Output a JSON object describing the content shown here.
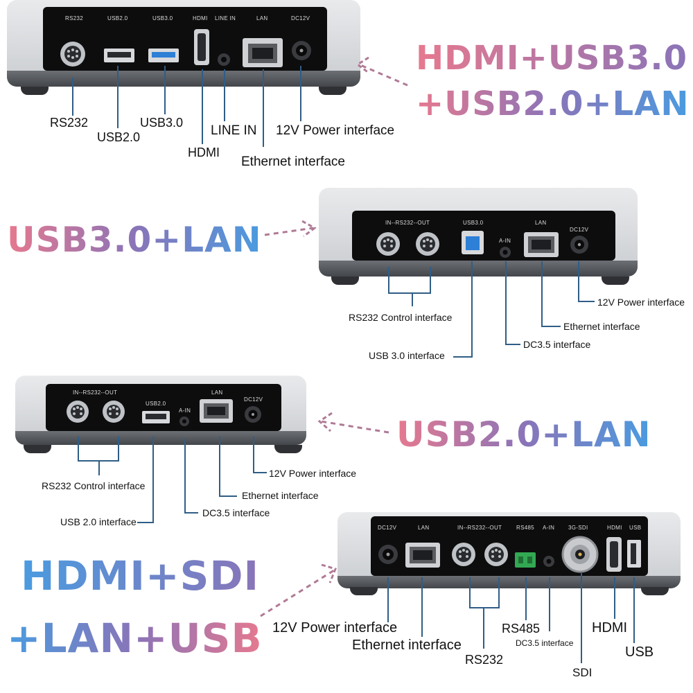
{
  "colors": {
    "title_pink": "#e6798f",
    "title_purple": "#8a74b8",
    "title_blue": "#4a9be0",
    "arrow": "#b07a96",
    "leader": "#2f5d86"
  },
  "panel1": {
    "title_line1": "HDMI+USB3.0",
    "title_line2": "+USB2.0+LAN",
    "port_labels": {
      "rs232": "RS232",
      "usb20": "USB2.0",
      "usb30": "USB3.0",
      "hdmi": "HDMI",
      "linein": "LINE IN",
      "lan": "LAN",
      "dc12v": "DC12V"
    },
    "captions": {
      "rs232": "RS232",
      "usb20": "USB2.0",
      "usb30": "USB3.0",
      "hdmi": "HDMI",
      "linein": "LINE IN",
      "power": "12V Power interface",
      "ethernet": "Ethernet interface"
    }
  },
  "panel2": {
    "title": "USB3.0+LAN",
    "port_labels": {
      "rs232": "IN--RS232--OUT",
      "usb30": "USB3.0",
      "ain": "A-IN",
      "lan": "LAN",
      "dc12v": "DC12V"
    },
    "captions": {
      "rs232": "RS232 Control interface",
      "usb30": "USB 3.0 interface",
      "dc35": "DC3.5 interface",
      "ethernet": "Ethernet interface",
      "power": "12V Power interface"
    }
  },
  "panel3": {
    "title": "USB2.0+LAN",
    "port_labels": {
      "rs232": "IN--RS232--OUT",
      "usb20": "USB2.0",
      "ain": "A-IN",
      "lan": "LAN",
      "dc12v": "DC12V"
    },
    "captions": {
      "rs232": "RS232 Control interface",
      "usb20": "USB 2.0 interface",
      "dc35": "DC3.5 interface",
      "ethernet": "Ethernet interface",
      "power": "12V Power interface"
    }
  },
  "panel4": {
    "title_line1": "HDMI+SDI",
    "title_line2": "+LAN+USB",
    "port_labels": {
      "dc12v": "DC12V",
      "lan": "LAN",
      "rs232": "IN--RS232--OUT",
      "rs485": "RS485",
      "ain": "A-IN",
      "sdi": "3G-SDI",
      "hdmi": "HDMI",
      "usb": "USB"
    },
    "captions": {
      "power": "12V Power interface",
      "ethernet": "Ethernet interface",
      "rs232": "RS232",
      "rs485": "RS485",
      "dc35": "DC3.5 interface",
      "sdi": "SDI",
      "hdmi": "HDMI",
      "usb": "USB"
    }
  }
}
